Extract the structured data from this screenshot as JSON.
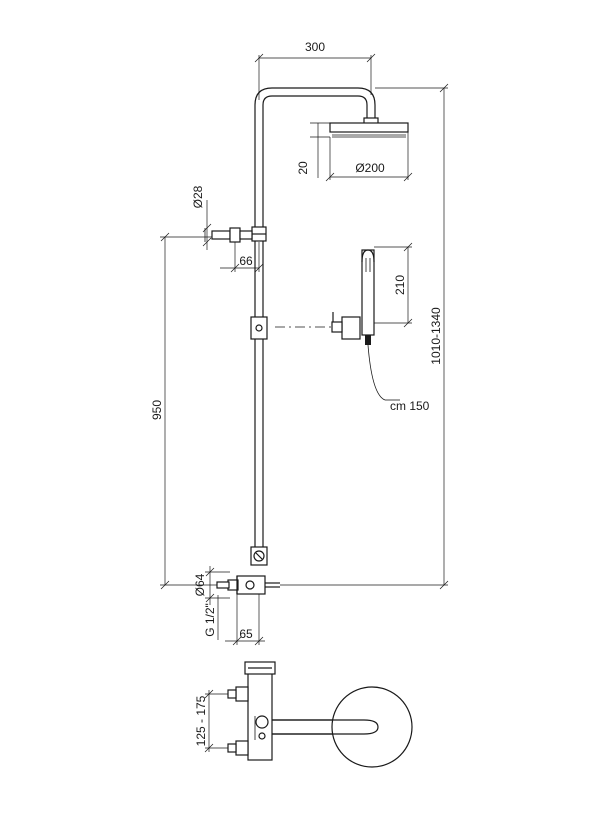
{
  "dimensions": {
    "arm_length": "300",
    "head_thickness": "20",
    "head_diameter": "Ø200",
    "connector_diameter": "Ø28",
    "connector_offset": "66",
    "hand_shower_length": "210",
    "hose_length": "cm 150",
    "column_height": "1010-1340",
    "inlet_height": "950",
    "mixer_diameter": "Ø64",
    "inlet_thread": "G 1/2\"",
    "mixer_depth": "65",
    "inlet_centers": "125 - 175"
  }
}
